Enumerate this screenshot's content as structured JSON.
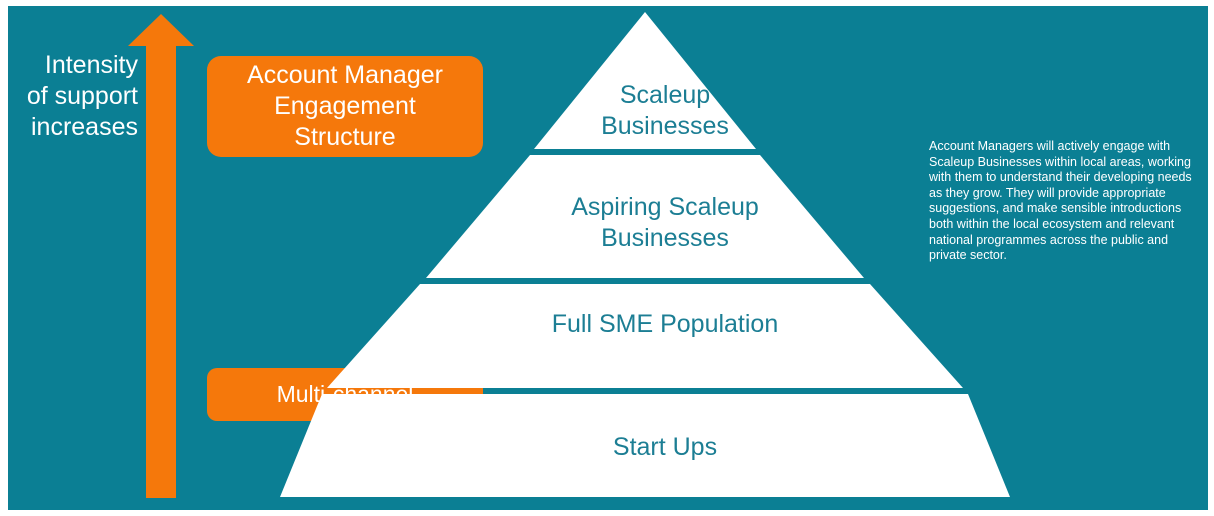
{
  "axis_label": "Intensity\nof support\nincreases",
  "engagement": {
    "account_manager": "Account Manager\nEngagement\nStructure",
    "multi_channel": "Multi-channel"
  },
  "pyramid": {
    "tiers": [
      "Scaleup\nBusinesses",
      "Aspiring Scaleup\nBusinesses",
      "Full SME Population",
      "Start Ups"
    ]
  },
  "description": "Account Managers will actively engage with Scaleup Businesses within local areas, working with them to understand their developing needs as they grow. They will provide appropriate suggestions, and make sensible introductions both within the local ecosystem and relevant national programmes across the public and private sector.",
  "colors": {
    "background": "#0b7f94",
    "accent": "#f5780b",
    "tier_fill": "#ffffff",
    "tier_text": "#1c7e94"
  },
  "icons": {
    "arrow": "up-arrow-icon"
  }
}
